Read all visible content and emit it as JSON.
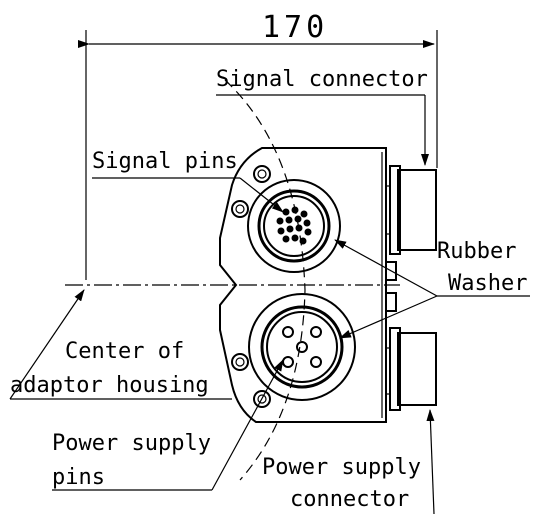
{
  "dimension": {
    "width_value": "170"
  },
  "labels": {
    "signal_connector": "Signal connector",
    "signal_pins": "Signal pins",
    "rubber": "Rubber",
    "washer": "Washer",
    "center_of": "Center of",
    "adaptor_housing": "adaptor housing",
    "power_supply_pins_line1": "Power supply",
    "power_supply_pins_line2": "pins",
    "power_supply_connector_line1": "Power supply",
    "power_supply_connector_line2": "connector"
  },
  "colors": {
    "ink": "#000000",
    "paper": "#ffffff"
  }
}
